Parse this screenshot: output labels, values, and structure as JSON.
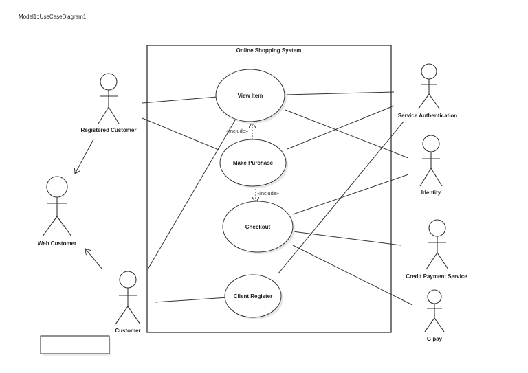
{
  "diagram_title": "Model1::UseCaseDiagram1",
  "system": {
    "name": "Online Shopping System"
  },
  "use_cases": [
    {
      "id": "view-item",
      "label": "View Item"
    },
    {
      "id": "make-purchase",
      "label": "Make Purchase"
    },
    {
      "id": "checkout",
      "label": "Checkout"
    },
    {
      "id": "client-register",
      "label": "Client Register"
    }
  ],
  "actors": [
    {
      "id": "registered-customer",
      "label": "Registered Customer"
    },
    {
      "id": "web-customer",
      "label": "Web Customer"
    },
    {
      "id": "customer",
      "label": "Customer"
    },
    {
      "id": "service-authentication",
      "label": "Service Authentication"
    },
    {
      "id": "identity",
      "label": "Identity"
    },
    {
      "id": "credit-payment-service",
      "label": "Credit Payment Service"
    },
    {
      "id": "g-pay",
      "label": "G pay"
    }
  ],
  "relationships": {
    "include_label": "«include»",
    "includes": [
      {
        "from": "make-purchase",
        "to": "view-item"
      },
      {
        "from": "make-purchase",
        "to": "checkout"
      }
    ],
    "generalizations": [
      {
        "from": "registered-customer",
        "to": "web-customer"
      },
      {
        "from": "customer",
        "to": "web-customer"
      }
    ],
    "associations": [
      {
        "actor": "registered-customer",
        "use_case": "view-item"
      },
      {
        "actor": "registered-customer",
        "use_case": "make-purchase"
      },
      {
        "actor": "customer",
        "use_case": "view-item"
      },
      {
        "actor": "customer",
        "use_case": "client-register"
      },
      {
        "actor": "service-authentication",
        "use_case": "view-item"
      },
      {
        "actor": "service-authentication",
        "use_case": "make-purchase"
      },
      {
        "actor": "service-authentication",
        "use_case": "client-register"
      },
      {
        "actor": "identity",
        "use_case": "view-item"
      },
      {
        "actor": "identity",
        "use_case": "checkout"
      },
      {
        "actor": "credit-payment-service",
        "use_case": "checkout"
      },
      {
        "actor": "g-pay",
        "use_case": "checkout"
      }
    ]
  },
  "note_box": {
    "text": ""
  }
}
